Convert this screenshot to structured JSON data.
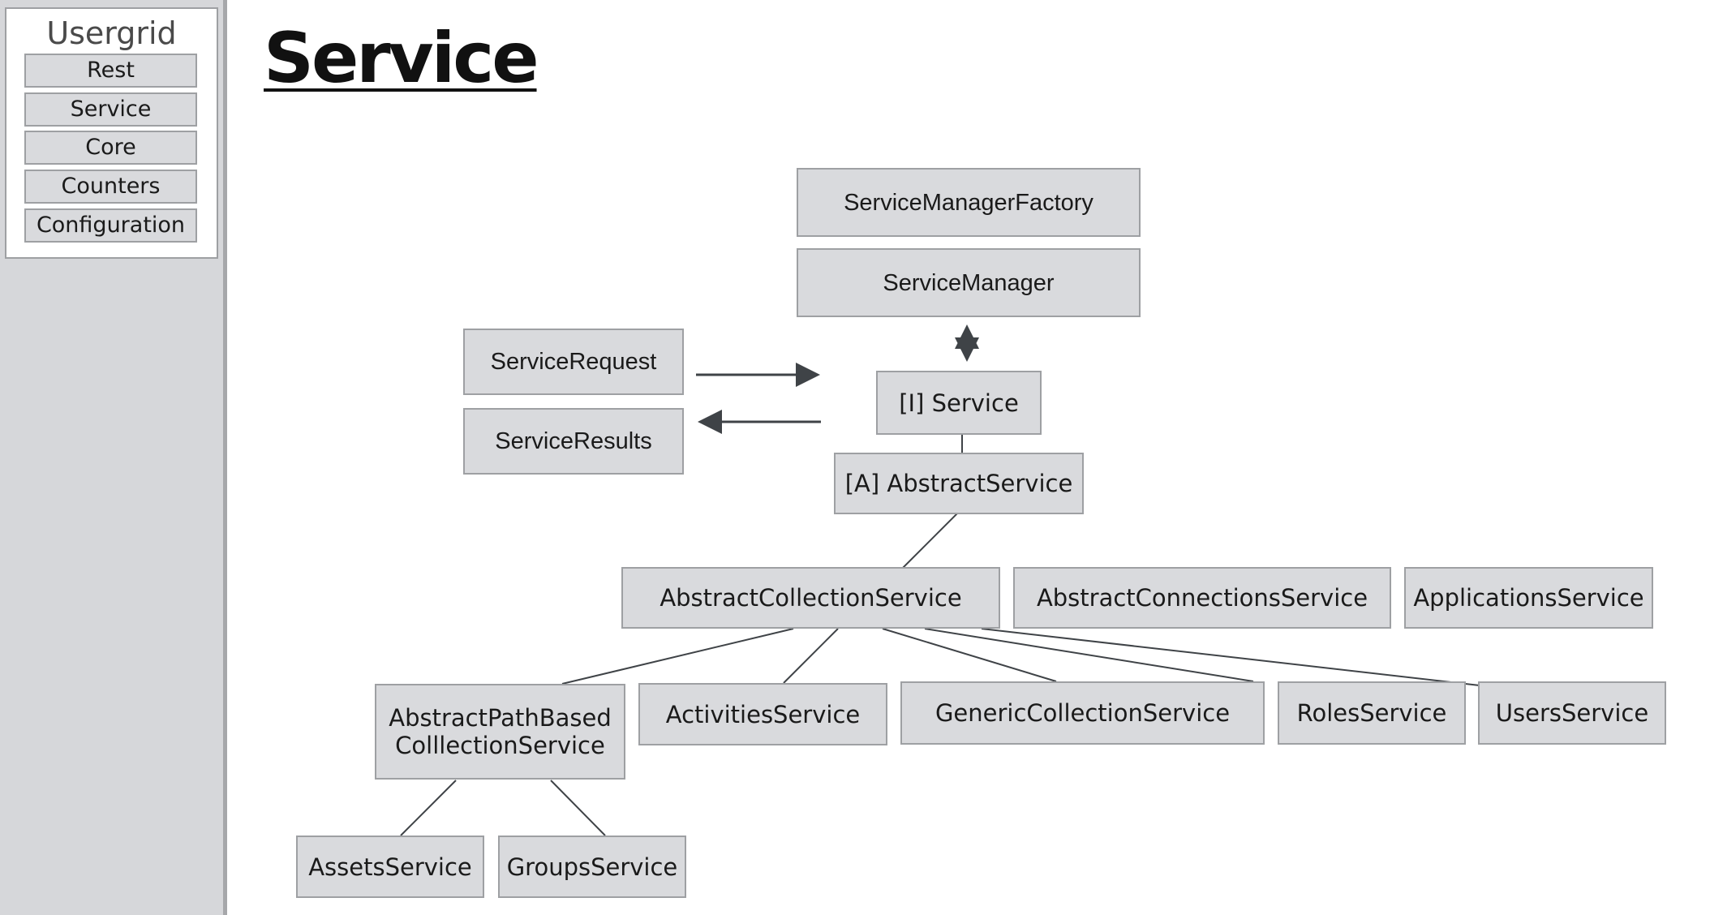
{
  "sidebar": {
    "title": "Usergrid",
    "items": [
      {
        "label": "Rest"
      },
      {
        "label": "Service"
      },
      {
        "label": "Core"
      },
      {
        "label": "Counters"
      },
      {
        "label": "Configuration"
      }
    ]
  },
  "page": {
    "title": "Service"
  },
  "diagram": {
    "nodes": {
      "service_manager_factory": "ServiceManagerFactory",
      "service_manager": "ServiceManager",
      "service_request": "ServiceRequest",
      "service_results": "ServiceResults",
      "i_service": "[I] Service",
      "a_abstract_service": "[A] AbstractService",
      "abstract_collection_service": "AbstractCollectionService",
      "abstract_connections_service": "AbstractConnectionsService",
      "applications_service": "ApplicationsService",
      "abstract_path_based_line1": "AbstractPathBased",
      "abstract_path_based_line2": "ColllectionService",
      "activities_service": "ActivitiesService",
      "generic_collection_service": "GenericCollectionService",
      "roles_service": "RolesService",
      "users_service": "UsersService",
      "assets_service": "AssetsService",
      "groups_service": "GroupsService"
    }
  }
}
